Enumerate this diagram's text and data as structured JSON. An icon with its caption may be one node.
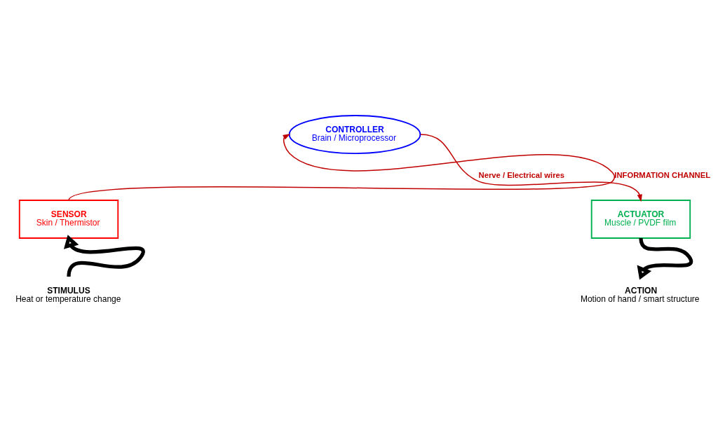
{
  "diagram": {
    "nodes": [
      {
        "text": [
          "CONTROLLER",
          "Brain / Microprocessor"
        ]
      },
      {
        "text": [
          "SENSOR",
          "Skin / Thermistor"
        ]
      },
      {
        "text": [
          "ACTUATOR",
          "Muscle / PVDF film"
        ]
      },
      {
        "text": [
          "STIMULUS",
          "Heat or temperature change"
        ]
      },
      {
        "text": [
          "ACTION",
          "Motion of hand / smart structure"
        ]
      }
    ],
    "edges": [
      {
        "from": 1,
        "to": 0,
        "arrow": "to",
        "label": "INFORMATION CHANNEL",
        "color": "#c00000"
      },
      {
        "from": 0,
        "to": 2,
        "arrow": "to",
        "label": "Nerve / Electrical wires",
        "color": "#c00000"
      },
      {
        "from": 3,
        "to": 1,
        "arrow": "to",
        "style": "thick",
        "color": "#000000"
      },
      {
        "from": 2,
        "to": 4,
        "arrow": "to",
        "style": "thick",
        "color": "#000000"
      }
    ]
  }
}
